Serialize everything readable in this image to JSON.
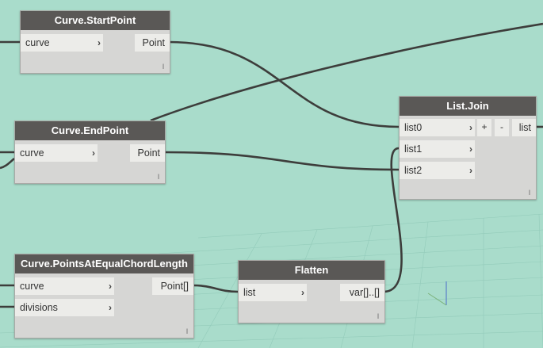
{
  "nodes": {
    "start_point": {
      "title": "Curve.StartPoint",
      "inputs": [
        "curve"
      ],
      "output": "Point",
      "lacing": "l"
    },
    "end_point": {
      "title": "Curve.EndPoint",
      "inputs": [
        "curve"
      ],
      "output": "Point",
      "lacing": "l"
    },
    "list_join": {
      "title": "List.Join",
      "inputs": [
        "list0",
        "list1",
        "list2"
      ],
      "add_label": "+",
      "remove_label": "-",
      "output": "list",
      "lacing": "l"
    },
    "points_chord": {
      "title": "Curve.PointsAtEqualChordLength",
      "inputs": [
        "curve",
        "divisions"
      ],
      "output": "Point[]",
      "lacing": "l"
    },
    "flatten": {
      "title": "Flatten",
      "inputs": [
        "list"
      ],
      "output": "var[]..[]",
      "lacing": "l"
    }
  },
  "icons": {
    "input_arrow": "›",
    "output_arrow": "›"
  },
  "colors": {
    "background": "#a9dccb",
    "node_header": "#5a5856",
    "node_body": "#d6d6d4",
    "port_bg": "#ecece9",
    "wire": "#3d3d3b"
  }
}
